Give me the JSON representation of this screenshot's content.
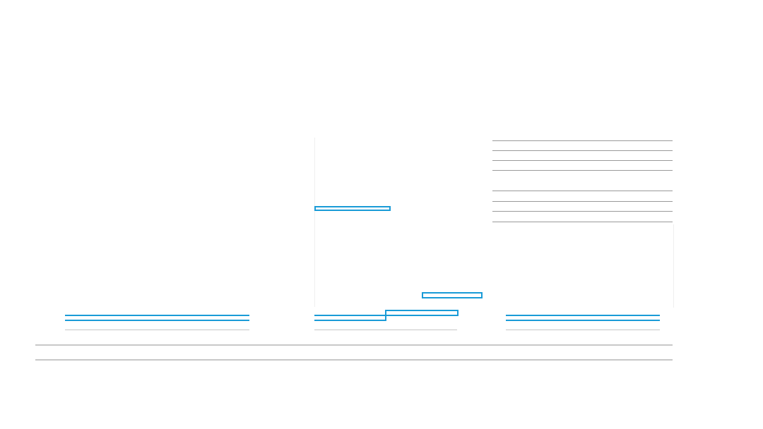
{
  "page": {
    "title": "",
    "side_text": ""
  },
  "colors": {
    "accent": "#1a9bd7",
    "rule": "#9a9a9a",
    "rule_light": "#c8c8c8",
    "divider_faint": "#efefef",
    "faint_text": "#f2f2f2"
  },
  "panels": [
    {
      "id": "left",
      "rows": []
    },
    {
      "id": "middle",
      "rows": []
    },
    {
      "id": "right",
      "rows": []
    }
  ]
}
